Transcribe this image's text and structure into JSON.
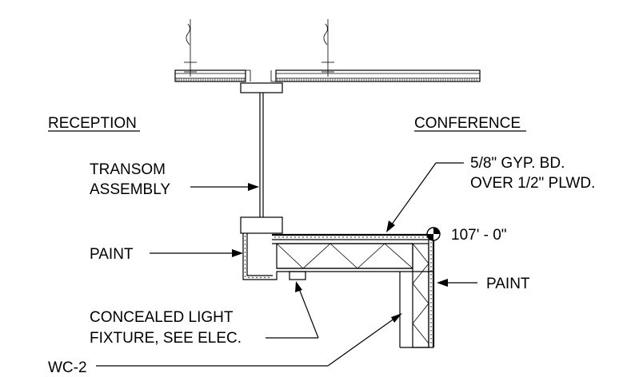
{
  "labels": {
    "reception": "RECEPTION",
    "conference": "CONFERENCE",
    "transom_line1": "TRANSOM",
    "transom_line2": "ASSEMBLY",
    "gyp_line1": "5/8\" GYP. BD.",
    "gyp_line2": "OVER 1/2\" PLWD.",
    "elevation": "107' - 0\"",
    "paint_left": "PAINT",
    "paint_right": "PAINT",
    "light_line1": "CONCEALED LIGHT",
    "light_line2": "FIXTURE, SEE ELEC.",
    "wc": "WC-2"
  },
  "colors": {
    "line": "#000000",
    "background": "#ffffff"
  },
  "icons": {
    "elevation_marker": "elevation-target-icon",
    "hanger": "hanger-wire-icon"
  }
}
